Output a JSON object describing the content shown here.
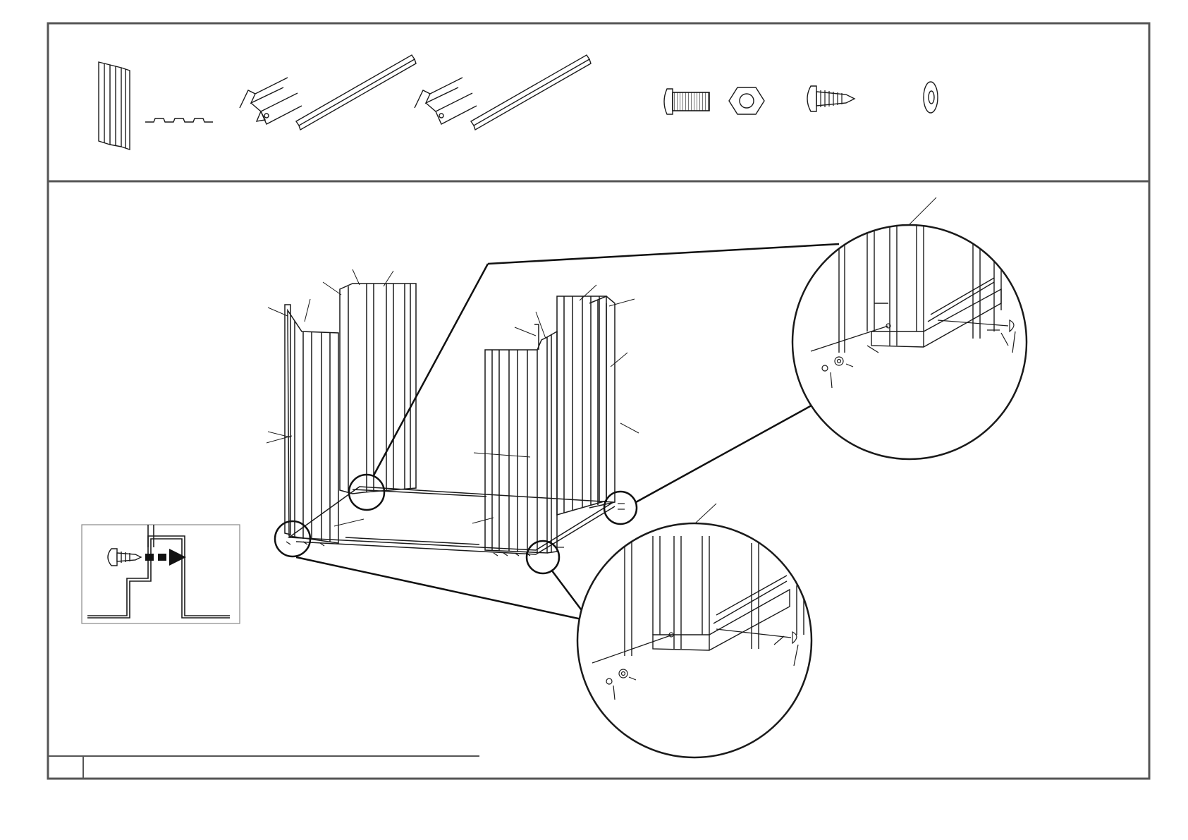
{
  "document": {
    "type": "assembly-instruction-sheet",
    "step_number": "",
    "step_caption": ""
  },
  "parts_strip": {
    "items": [
      {
        "name": "corrugated-wall-panel",
        "icon": "wall-panel-icon"
      },
      {
        "name": "panel-profile",
        "icon": "panel-profile-icon"
      },
      {
        "name": "rail-bracket-left",
        "icon": "rail-bracket-icon"
      },
      {
        "name": "rail-long-left",
        "icon": "rail-icon"
      },
      {
        "name": "rail-bracket-right",
        "icon": "rail-bracket-icon"
      },
      {
        "name": "rail-long-right",
        "icon": "rail-icon"
      },
      {
        "name": "bolt",
        "icon": "bolt-icon"
      },
      {
        "name": "hex-nut",
        "icon": "hex-nut-icon"
      },
      {
        "name": "self-tapping-screw",
        "icon": "screw-icon"
      },
      {
        "name": "washer",
        "icon": "washer-icon"
      }
    ]
  },
  "colors": {
    "line": "#1a1a1a",
    "frame": "#555555",
    "arrow": "#111111"
  }
}
